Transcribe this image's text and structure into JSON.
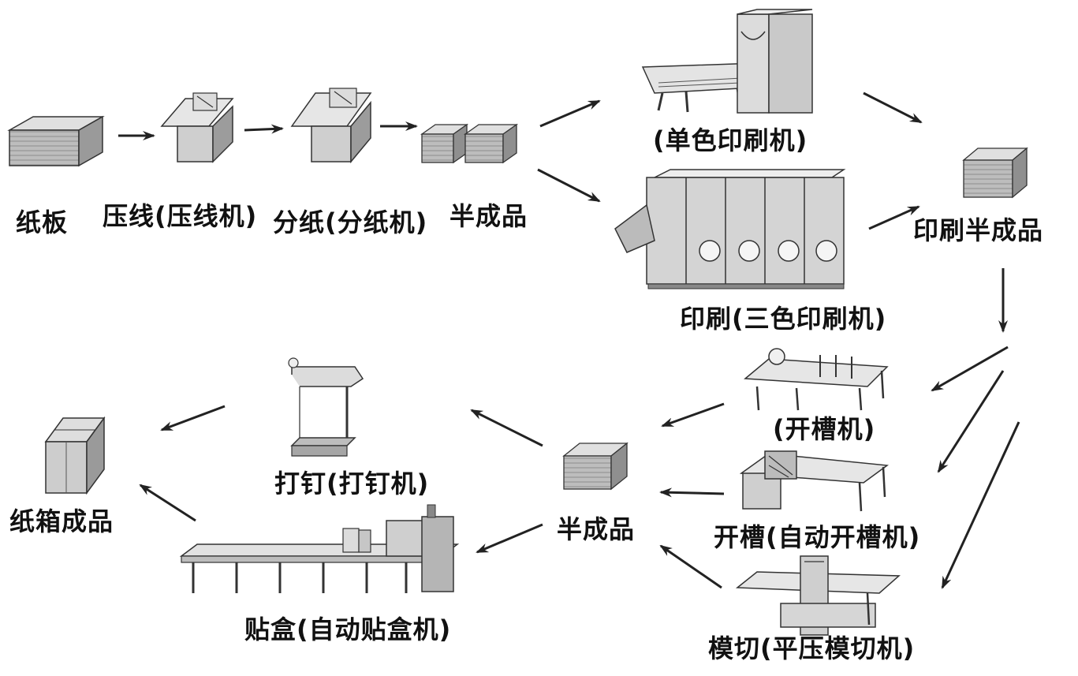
{
  "labels": {
    "paperboard": "纸板",
    "creasing": "压线(压线机)",
    "slitting": "分纸(分纸机)",
    "semi_top": "半成品",
    "single_color_press": "(单色印刷机)",
    "three_color_press": "印刷(三色印刷机)",
    "printed_semi": "印刷半成品",
    "slotter": "(开槽机)",
    "auto_slotter": "开槽(自动开槽机)",
    "die_cut": "模切(平压模切机)",
    "semi_bottom": "半成品",
    "stitching": "打钉(打钉机)",
    "gluing": "贴盒(自动贴盒机)",
    "finished_box": "纸箱成品"
  },
  "colors": {
    "machine_fill": "#d2d2d2",
    "machine_dark": "#8a8a8a",
    "stack_fill": "#b9b9b9",
    "outline": "#333333",
    "arrow": "#222222"
  }
}
